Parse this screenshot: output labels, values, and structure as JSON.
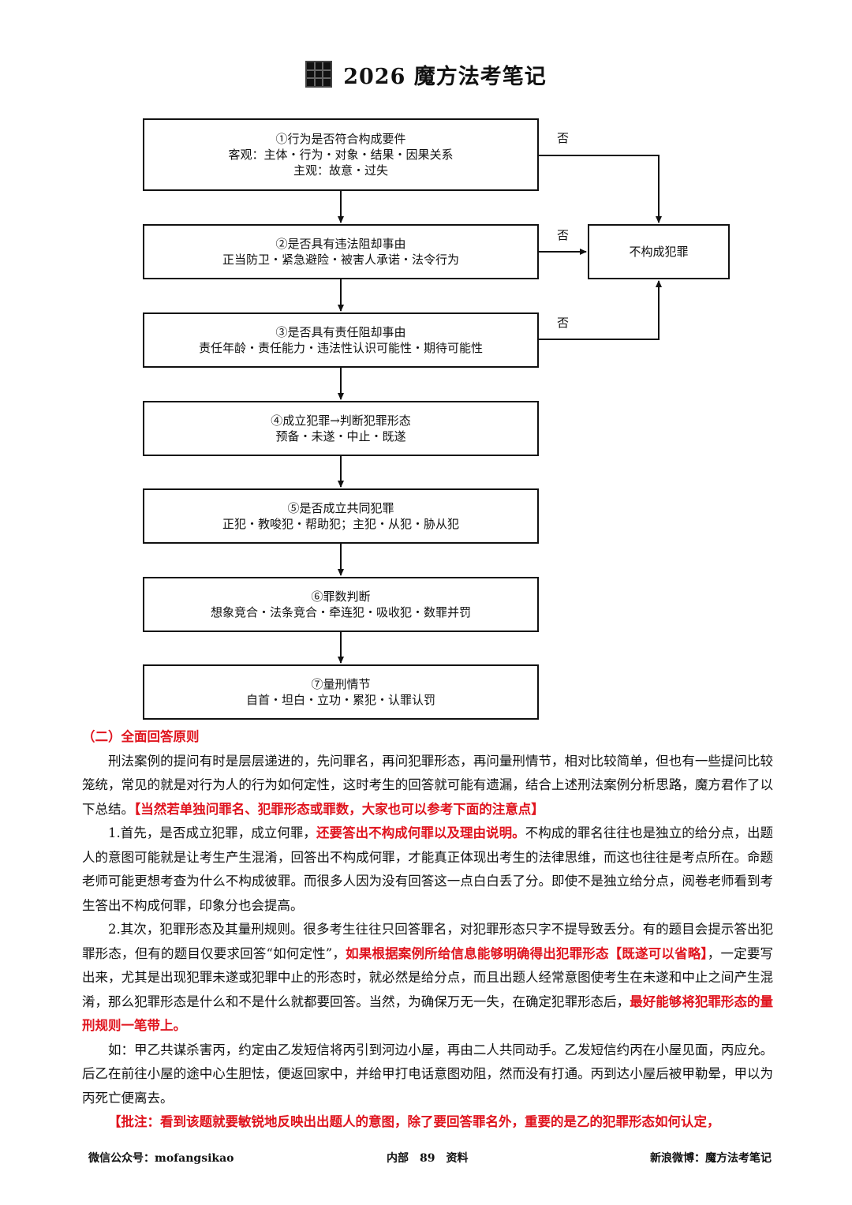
{
  "header": {
    "title": "2026 魔方法考笔记"
  },
  "flowchart": {
    "steps": [
      {
        "title": "①行为是否符合构成要件",
        "lines": [
          "客观：主体・行为・对象・结果・因果关系",
          "主观：故意・过失"
        ]
      },
      {
        "title": "②是否具有违法阻却事由",
        "lines": [
          "正当防卫・紧急避险・被害人承诺・法令行为"
        ]
      },
      {
        "title": "③是否具有责任阻却事由",
        "lines": [
          "责任年龄・责任能力・违法性认识可能性・期待可能性"
        ]
      },
      {
        "title": "④成立犯罪→判断犯罪形态",
        "lines": [
          "预备・未遂・中止・既遂"
        ]
      },
      {
        "title": "⑤是否成立共同犯罪",
        "lines": [
          "正犯・教唆犯・帮助犯；主犯・从犯・胁从犯"
        ]
      },
      {
        "title": "⑥罪数判断",
        "lines": [
          "想象竞合・法条竞合・牵连犯・吸收犯・数罪并罚"
        ]
      },
      {
        "title": "⑦量刑情节",
        "lines": [
          "自首・坦白・立功・累犯・认罪认罚"
        ]
      }
    ],
    "no_label": "否",
    "result_box": "不构成犯罪"
  },
  "section": {
    "heading": "（二）全面回答原则",
    "p1": {
      "text": "刑法案例的提问有时是层层递进的，先问罪名，再问犯罪形态，再问量刑情节，相对比较简单，但也有一些提问比较笼统，常见的就是对行为人的行为如何定性，这时考生的回答就可能有遗漏，结合上述刑法案例分析思路，魔方君作了以下总结。",
      "red": "【当然若单独问罪名、犯罪形态或罪数，大家也可以参考下面的注意点】"
    },
    "p2": {
      "a": "1.首先，是否成立犯罪，成立何罪，",
      "red": "还要答出不构成何罪以及理由说明。",
      "b": "不构成的罪名往往也是独立的给分点，出题人的意图可能就是让考生产生混淆，回答出不构成何罪，才能真正体现出考生的法律思维，而这也往往是考点所在。命题老师可能更想考查为什么不构成彼罪。而很多人因为没有回答这一点白白丢了分。即使不是独立给分点，阅卷老师看到考生答出不构成何罪，印象分也会提高。"
    },
    "p3": {
      "a": "2.其次，犯罪形态及其量刑规则。很多考生往往只回答罪名，对犯罪形态只字不提导致丢分。有的题目会提示答出犯罪形态，但有的题目仅要求回答“如何定性”，",
      "red1": "如果根据案例所给信息能够明确得出犯罪形态【既遂可以省略】",
      "b": "，一定要写出来，尤其是出现犯罪未遂或犯罪中止的形态时，就必然是给分点，而且出题人经常意图使考生在未遂和中止之间产生混淆，那么犯罪形态是什么和不是什么就都要回答。当然，为确保万无一失，在确定犯罪形态后，",
      "red2": "最好能够将犯罪形态的量刑规则一笔带上。"
    },
    "p4": "如：甲乙共谋杀害丙，约定由乙发短信将丙引到河边小屋，再由二人共同动手。乙发短信约丙在小屋见面，丙应允。后乙在前往小屋的途中心生胆怯，便返回家中，并给甲打电话意图劝阻，然而没有打通。丙到达小屋后被甲勒晕，甲以为丙死亡便离去。",
    "p5": "【批注：看到该题就要敏锐地反映出出题人的意图，除了要回答罪名外，重要的是乙的犯罪形态如何认定，"
  },
  "footer": {
    "left": "微信公众号：mofangsikao",
    "center": "内部　89　资料",
    "right": "新浪微博：魔方法考笔记"
  }
}
